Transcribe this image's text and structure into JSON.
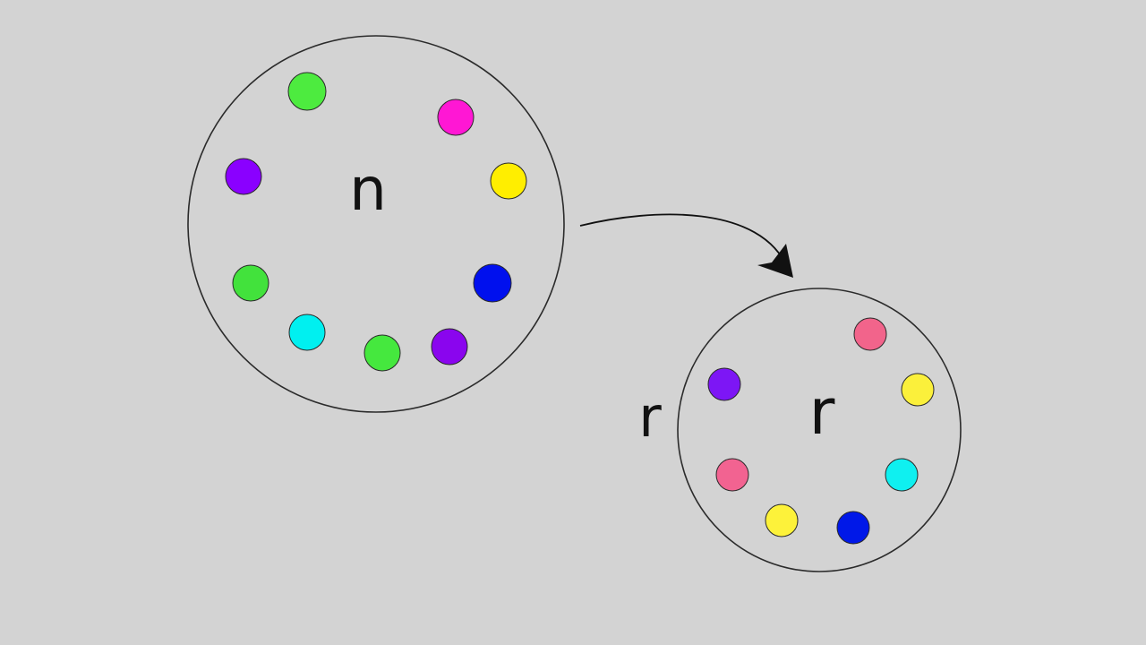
{
  "sets": {
    "source": {
      "label": "n",
      "dot_colors": [
        "#4deb3f",
        "#ff17d4",
        "#8a00ff",
        "#ffee00",
        "#42e23c",
        "#0010ee",
        "#00f0f0",
        "#45e83e",
        "#8a05ee"
      ]
    },
    "subset": {
      "label": "r",
      "dot_colors": [
        "#f2648b",
        "#7d16f5",
        "#fbf03b",
        "#f26391",
        "#0ff0f0",
        "#fdf23a",
        "#0018e8"
      ]
    }
  },
  "side_label": "r"
}
